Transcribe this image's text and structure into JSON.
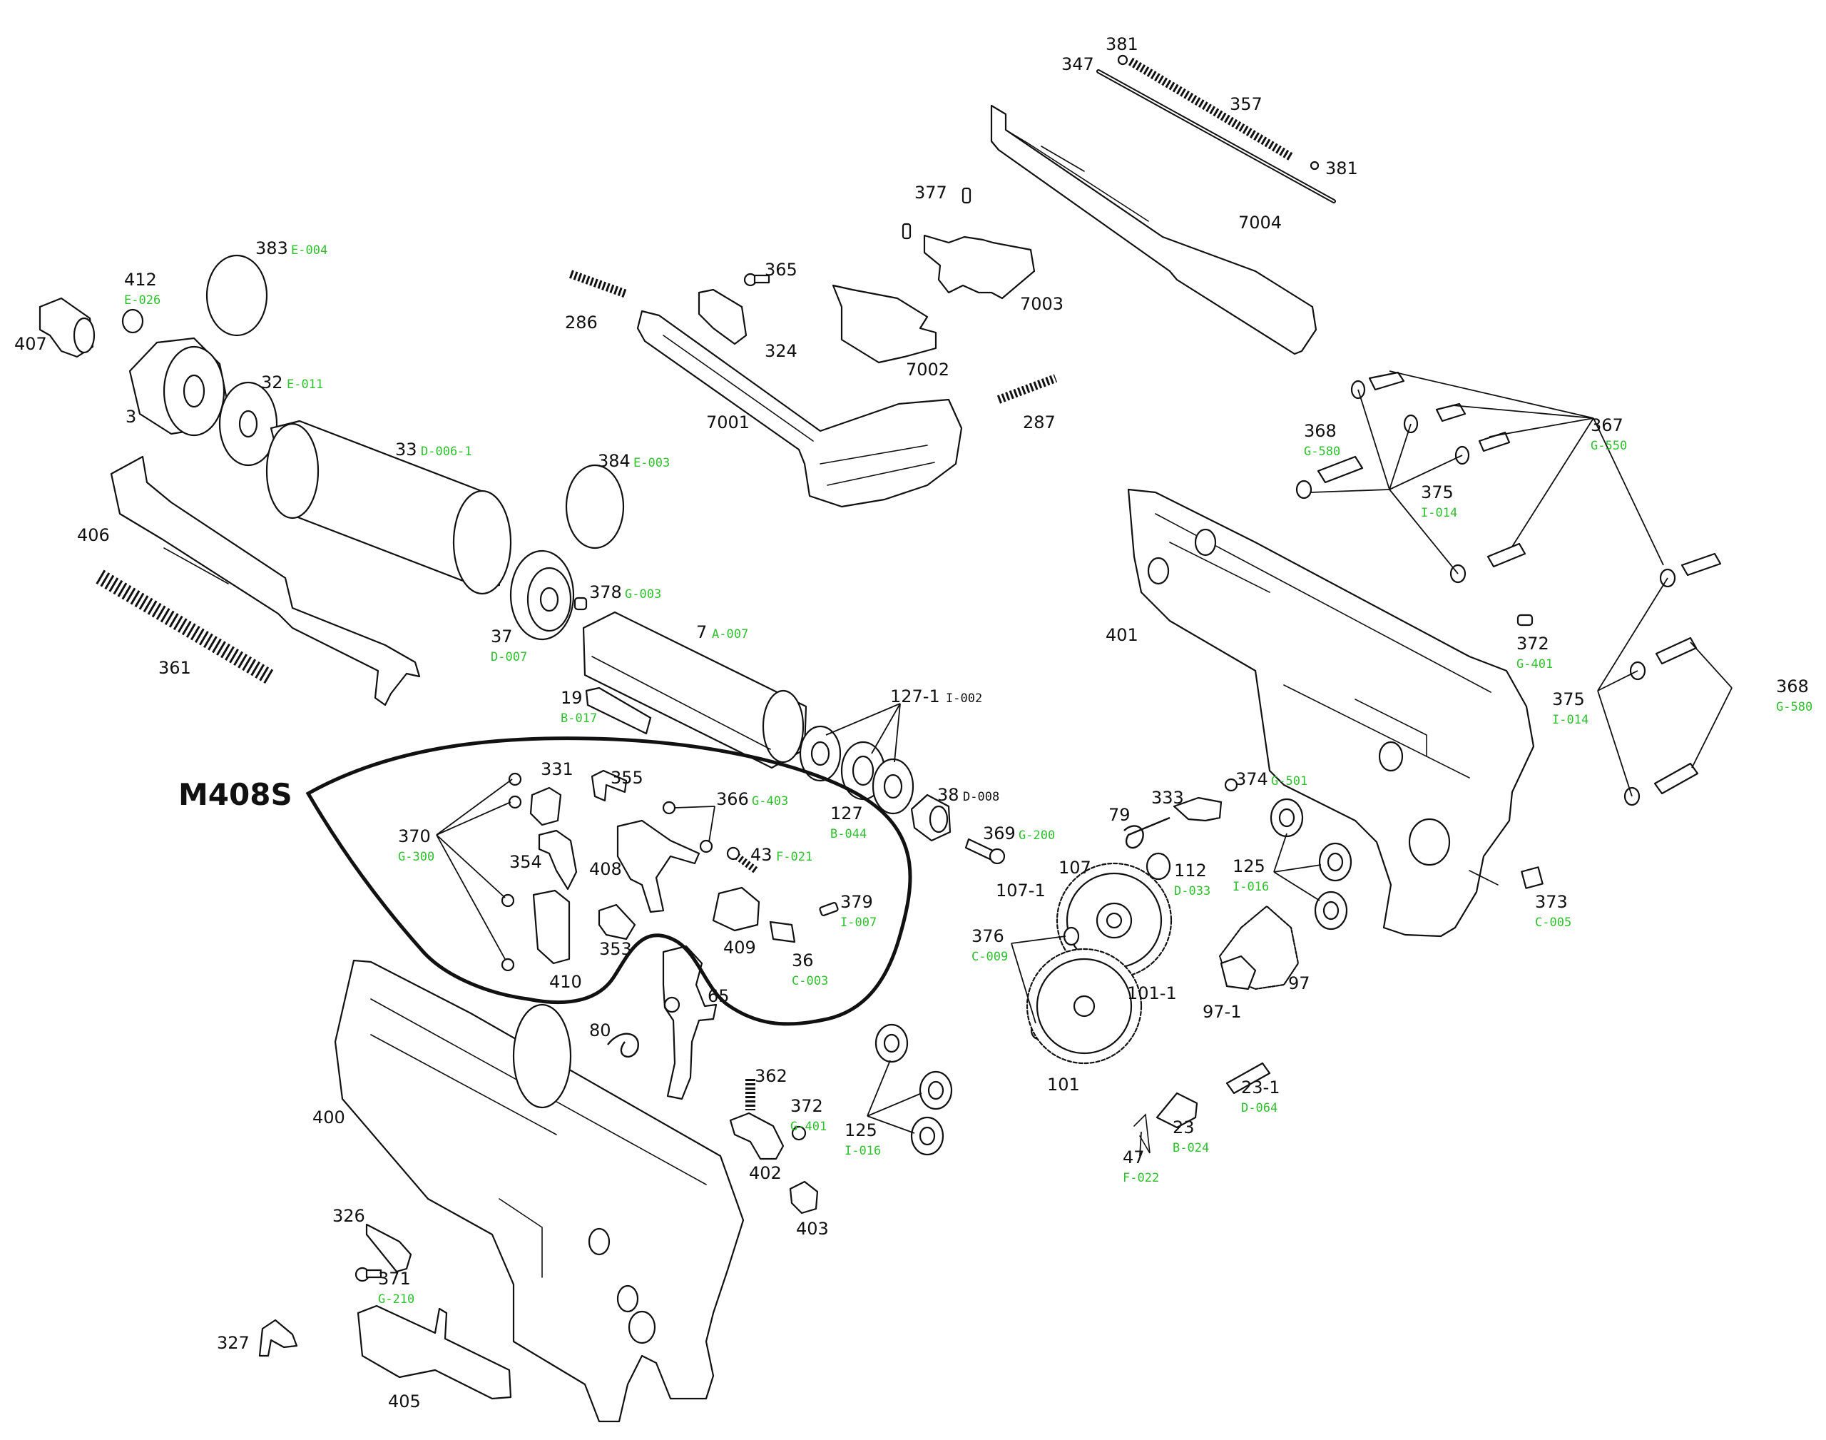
{
  "colors": {
    "line": "#111111",
    "code": "#2fbf2f",
    "background": "#ffffff"
  },
  "diagram_title": "M408S",
  "parts": [
    {
      "id": "p381a",
      "number": "381",
      "code": ""
    },
    {
      "id": "p347",
      "number": "347",
      "code": ""
    },
    {
      "id": "p357",
      "number": "357",
      "code": ""
    },
    {
      "id": "p381b",
      "number": "381",
      "code": ""
    },
    {
      "id": "p7004",
      "number": "7004",
      "code": ""
    },
    {
      "id": "p377",
      "number": "377",
      "code": ""
    },
    {
      "id": "p7003",
      "number": "7003",
      "code": ""
    },
    {
      "id": "p365",
      "number": "365",
      "code": ""
    },
    {
      "id": "p286",
      "number": "286",
      "code": ""
    },
    {
      "id": "p324",
      "number": "324",
      "code": ""
    },
    {
      "id": "p7002",
      "number": "7002",
      "code": ""
    },
    {
      "id": "p287",
      "number": "287",
      "code": ""
    },
    {
      "id": "p7001",
      "number": "7001",
      "code": ""
    },
    {
      "id": "p383",
      "number": "383",
      "code": "E-004"
    },
    {
      "id": "p412",
      "number": "412",
      "code": "E-026"
    },
    {
      "id": "p407",
      "number": "407",
      "code": ""
    },
    {
      "id": "p32",
      "number": "32",
      "code": "E-011"
    },
    {
      "id": "p3",
      "number": "3",
      "code": ""
    },
    {
      "id": "p33",
      "number": "33",
      "code": "D-006-1"
    },
    {
      "id": "p384",
      "number": "384",
      "code": "E-003"
    },
    {
      "id": "p406",
      "number": "406",
      "code": ""
    },
    {
      "id": "p378",
      "number": "378",
      "code": "G-003"
    },
    {
      "id": "p37",
      "number": "37",
      "code": "D-007"
    },
    {
      "id": "p7",
      "number": "7",
      "code": "A-007"
    },
    {
      "id": "p361",
      "number": "361",
      "code": ""
    },
    {
      "id": "p19",
      "number": "19",
      "code": "B-017"
    },
    {
      "id": "p127_1",
      "number": "127-1",
      "code": "I-002"
    },
    {
      "id": "p127",
      "number": "127",
      "code": "B-044"
    },
    {
      "id": "p38",
      "number": "38",
      "code": "D-008"
    },
    {
      "id": "p369",
      "number": "369",
      "code": "G-200"
    },
    {
      "id": "p368a",
      "number": "368",
      "code": "G-580"
    },
    {
      "id": "p367",
      "number": "367",
      "code": "G-550"
    },
    {
      "id": "p375a",
      "number": "375",
      "code": "I-014"
    },
    {
      "id": "p401",
      "number": "401",
      "code": ""
    },
    {
      "id": "p372a",
      "number": "372",
      "code": "G-401"
    },
    {
      "id": "p375b",
      "number": "375",
      "code": "I-014"
    },
    {
      "id": "p368b",
      "number": "368",
      "code": "G-580"
    },
    {
      "id": "p373",
      "number": "373",
      "code": "C-005"
    },
    {
      "id": "p331",
      "number": "331",
      "code": ""
    },
    {
      "id": "p355",
      "number": "355",
      "code": ""
    },
    {
      "id": "p366",
      "number": "366",
      "code": "G-403"
    },
    {
      "id": "p370",
      "number": "370",
      "code": "G-300"
    },
    {
      "id": "p354",
      "number": "354",
      "code": ""
    },
    {
      "id": "p408",
      "number": "408",
      "code": ""
    },
    {
      "id": "p43",
      "number": "43",
      "code": "F-021"
    },
    {
      "id": "p379",
      "number": "379",
      "code": "I-007"
    },
    {
      "id": "p409",
      "number": "409",
      "code": ""
    },
    {
      "id": "p353",
      "number": "353",
      "code": ""
    },
    {
      "id": "p36",
      "number": "36",
      "code": "C-003"
    },
    {
      "id": "p410",
      "number": "410",
      "code": ""
    },
    {
      "id": "p65",
      "number": "65",
      "code": ""
    },
    {
      "id": "p80",
      "number": "80",
      "code": ""
    },
    {
      "id": "p333",
      "number": "333",
      "code": ""
    },
    {
      "id": "p374",
      "number": "374",
      "code": "G-501"
    },
    {
      "id": "p79",
      "number": "79",
      "code": ""
    },
    {
      "id": "p112",
      "number": "112",
      "code": "D-033"
    },
    {
      "id": "p125a",
      "number": "125",
      "code": "I-016"
    },
    {
      "id": "p107",
      "number": "107",
      "code": ""
    },
    {
      "id": "p107_1",
      "number": "107-1",
      "code": ""
    },
    {
      "id": "p376",
      "number": "376",
      "code": "C-009"
    },
    {
      "id": "p101_1",
      "number": "101-1",
      "code": ""
    },
    {
      "id": "p101",
      "number": "101",
      "code": ""
    },
    {
      "id": "p97",
      "number": "97",
      "code": ""
    },
    {
      "id": "p97_1",
      "number": "97-1",
      "code": ""
    },
    {
      "id": "p23_1",
      "number": "23-1",
      "code": "D-064"
    },
    {
      "id": "p23",
      "number": "23",
      "code": "B-024"
    },
    {
      "id": "p47",
      "number": "47",
      "code": "F-022"
    },
    {
      "id": "p362",
      "number": "362",
      "code": ""
    },
    {
      "id": "p372b",
      "number": "372",
      "code": "G-401"
    },
    {
      "id": "p125b",
      "number": "125",
      "code": "I-016"
    },
    {
      "id": "p402",
      "number": "402",
      "code": ""
    },
    {
      "id": "p403",
      "number": "403",
      "code": ""
    },
    {
      "id": "p400",
      "number": "400",
      "code": ""
    },
    {
      "id": "p326",
      "number": "326",
      "code": ""
    },
    {
      "id": "p371",
      "number": "371",
      "code": "G-210"
    },
    {
      "id": "p327",
      "number": "327",
      "code": ""
    },
    {
      "id": "p405",
      "number": "405",
      "code": ""
    }
  ]
}
